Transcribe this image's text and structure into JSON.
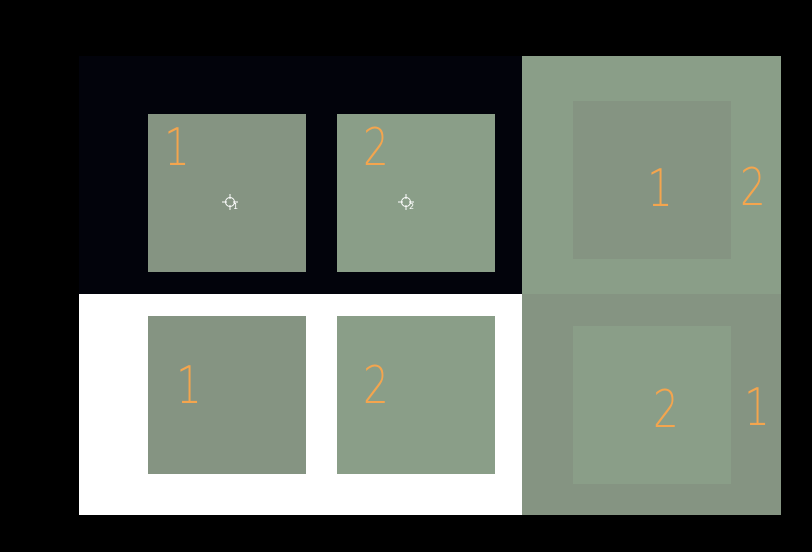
{
  "colors": {
    "background": "#000000",
    "dark_panel": "#02030b",
    "light_panel": "#ffffff",
    "patch_1": "#859482",
    "patch_2": "#8a9e88",
    "number": "#f4a54e",
    "marker": "#ffffff"
  },
  "top_left": {
    "patch_a": {
      "label": "1",
      "marker_label": "1"
    },
    "patch_b": {
      "label": "2",
      "marker_label": "2"
    }
  },
  "bottom_left": {
    "patch_a": {
      "label": "1"
    },
    "patch_b": {
      "label": "2"
    }
  },
  "top_right": {
    "inner_label": "1",
    "outer_label": "2"
  },
  "bottom_right": {
    "inner_label": "2",
    "outer_label": "1"
  }
}
